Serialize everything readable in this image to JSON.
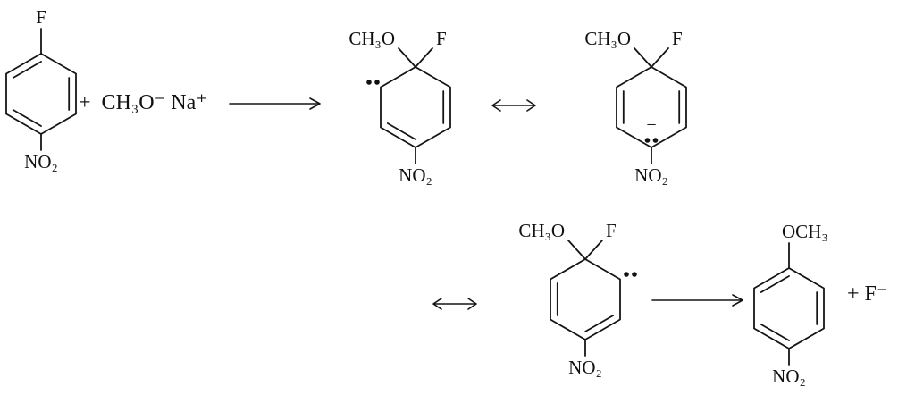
{
  "reaction": {
    "reactant": {
      "substituent_top": "F",
      "substituent_bottom": "NO₂"
    },
    "reagent": "+  CH₃O⁻ Na⁺",
    "intermediates": [
      {
        "substituent_left": "CH₃O",
        "substituent_right": "F",
        "substituent_bottom": "NO₂"
      },
      {
        "substituent_left": "CH₃O",
        "substituent_right": "F",
        "substituent_bottom": "NO₂",
        "charge": "−"
      },
      {
        "substituent_left": "CH₃O",
        "substituent_right": "F",
        "substituent_bottom": "NO₂"
      }
    ],
    "product": {
      "substituent_top": "OCH₃",
      "substituent_bottom": "NO₂"
    },
    "byproduct": "+ F⁻",
    "icons": {
      "forward_arrow": "reaction-arrow",
      "resonance_arrow": "resonance-double-headed-arrow",
      "lone_pair": "electron-pair-dots"
    }
  }
}
